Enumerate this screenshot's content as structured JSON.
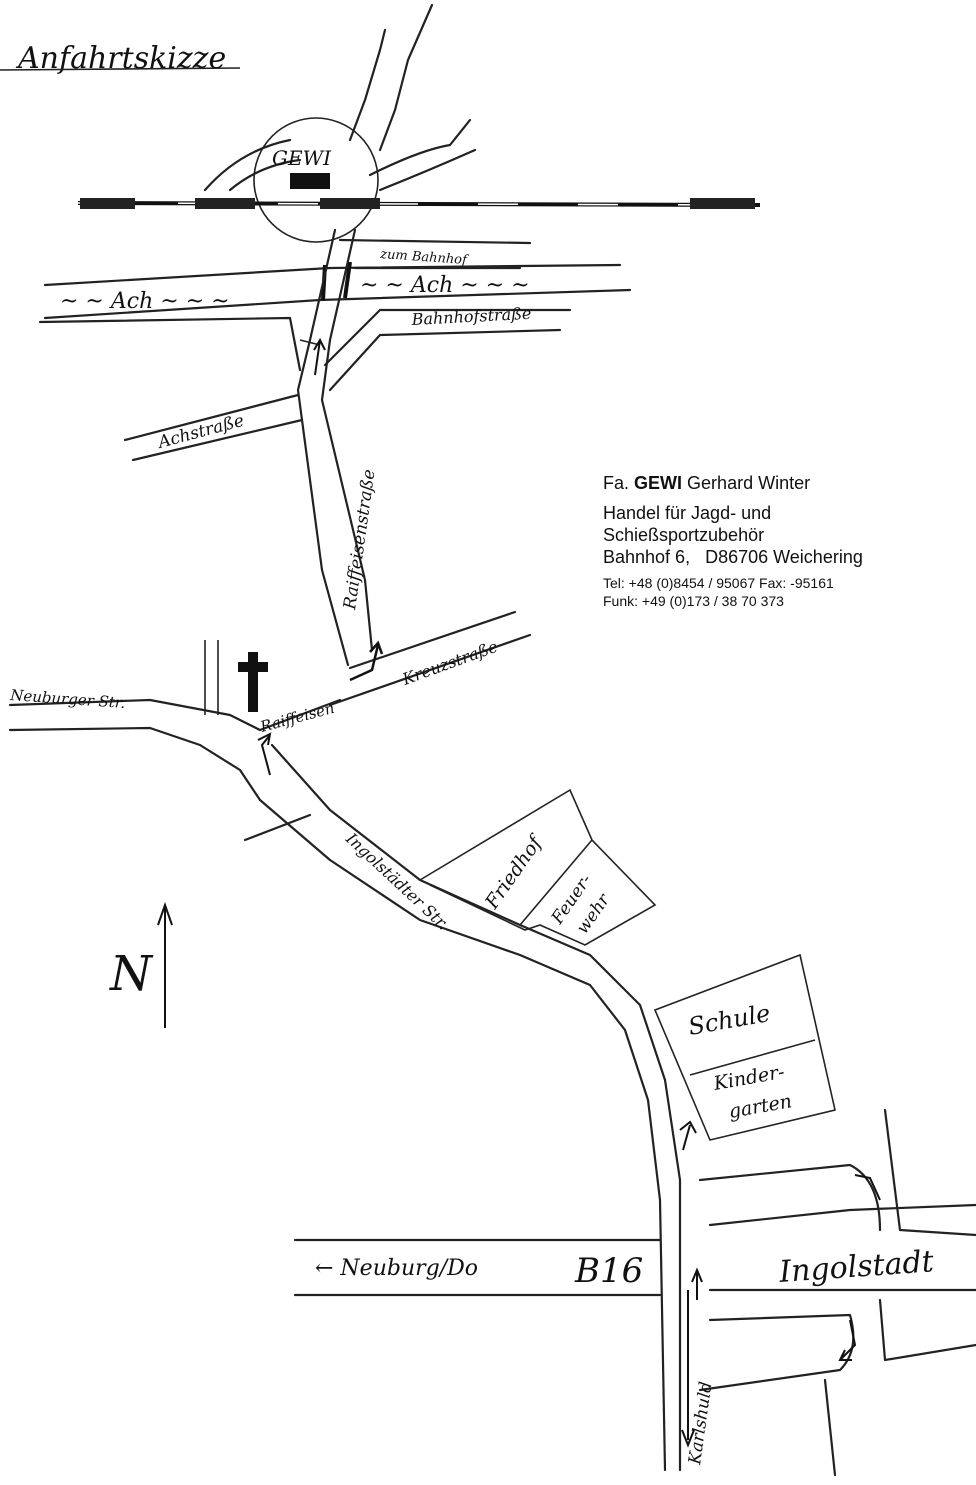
{
  "title": "Anfahrtskizze",
  "company": {
    "prefix": "Fa.",
    "brand": "GEWI",
    "owner": "Gerhard Winter",
    "line1": "Handel für Jagd- und",
    "line2": "Schießsportzubehör",
    "address": "Bahnhof 6,   D86706 Weichering",
    "tel": "Tel: +48 (0)8454 / 95067 Fax: -95161",
    "funk": "Funk: +49 (0)173 / 38 70 373"
  },
  "map_labels": {
    "gewi": "GEWI",
    "zum_bahnhof": "zum Bahnhof",
    "ach_left": "~ ~ Ach ~ ~ ~",
    "ach_right": "~ ~ Ach ~ ~ ~",
    "bahnhofstrasse": "Bahnhofstraße",
    "achstrasse": "Achstraße",
    "raiffeisenstrasse": "Raiffeisenstraße",
    "kreuzstrasse": "Kreuzstraße",
    "raiffeisen": "Raiffeisen",
    "neuburger_str": "Neuburger Str.",
    "ingolstaedter_str": "Ingolstädter Str.",
    "friedhof": "Friedhof",
    "feuerwehr_1": "Feuer-",
    "feuerwehr_2": "wehr",
    "schule": "Schule",
    "kindergarten_1": "Kinder-",
    "kindergarten_2": "garten",
    "north": "N",
    "neuburg": "← Neuburg/Do",
    "b16": "B16",
    "ingolstadt": "Ingolstadt",
    "karlshuld": "Karlshuld"
  }
}
